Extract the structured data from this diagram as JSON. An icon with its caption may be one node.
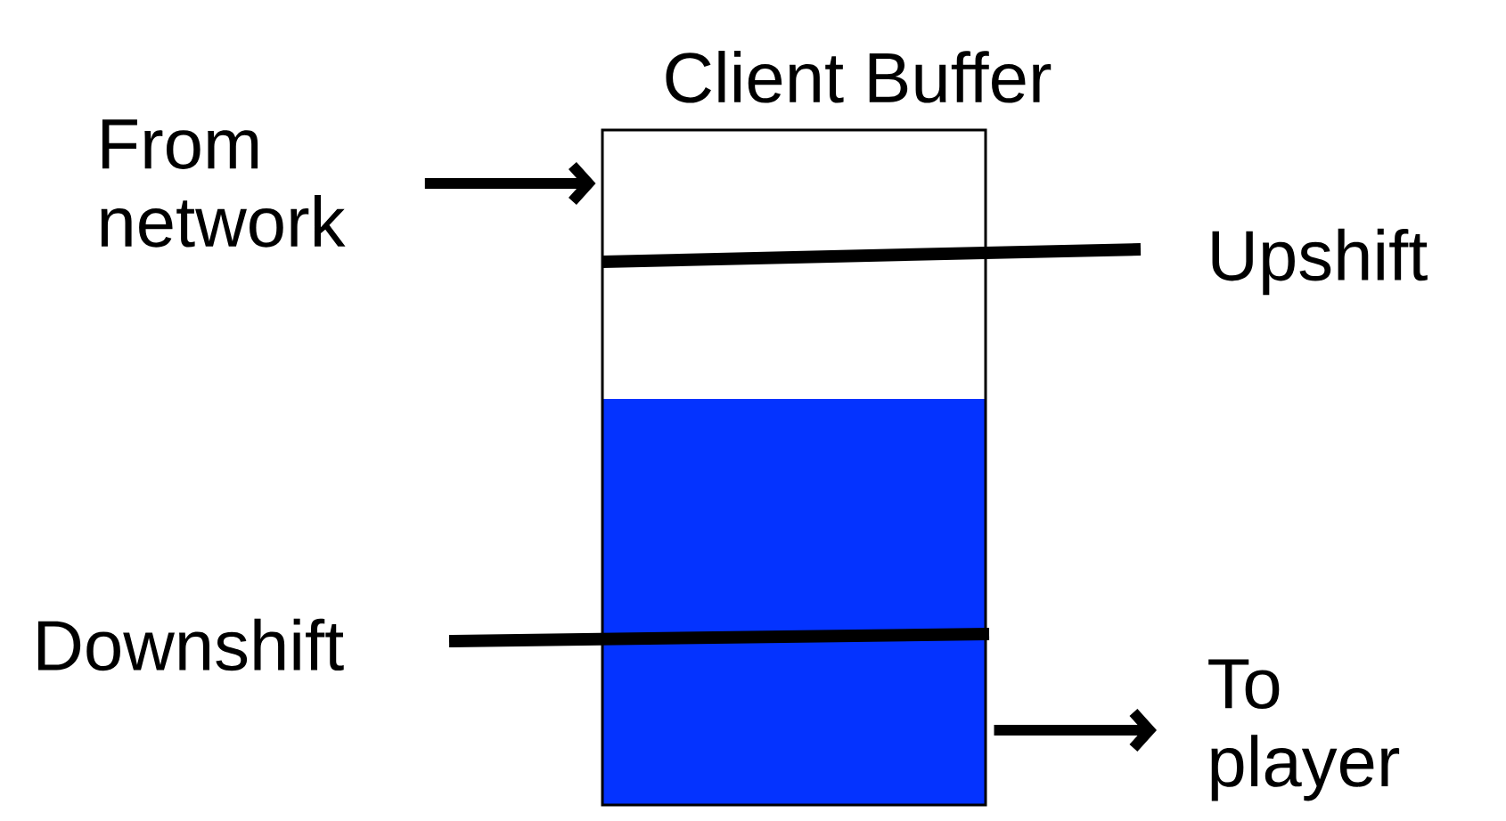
{
  "diagram": {
    "nodes": [
      {
        "text": [
          "Client Buffer"
        ]
      },
      {
        "text": [
          "From network"
        ]
      },
      {
        "text": [
          "To player"
        ]
      }
    ],
    "edges": [
      {
        "from": 1,
        "to": 0,
        "arrow": "to"
      },
      {
        "from": 0,
        "to": 2,
        "arrow": "to"
      }
    ],
    "labels": [
      "Upshift",
      "Downshift"
    ]
  }
}
